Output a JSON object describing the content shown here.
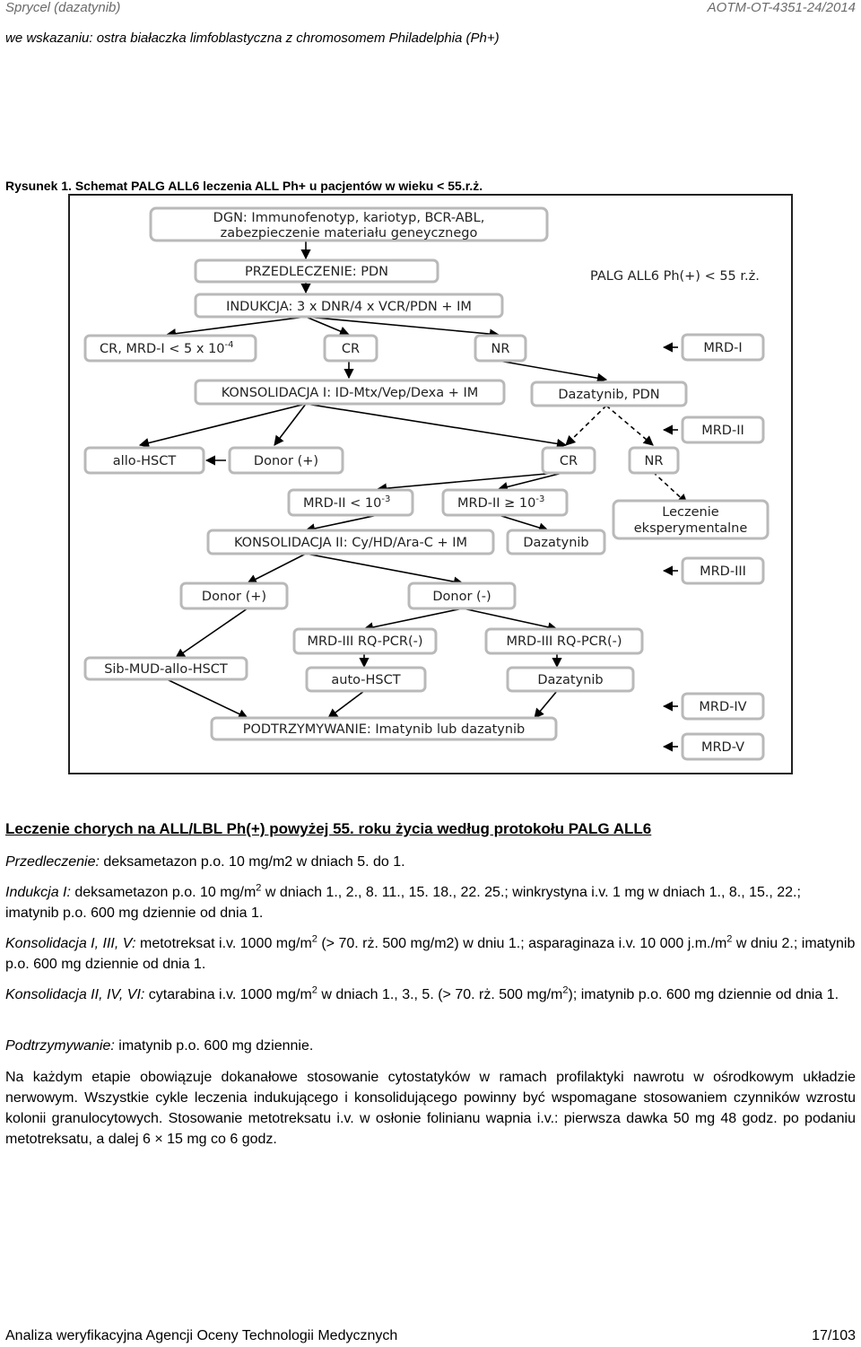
{
  "header": {
    "left_title": "Sprycel (dazatynib)",
    "right_code": "AOTM-OT-4351-24/2014",
    "indication": "we wskazaniu: ostra białaczka limfoblastyczna z chromosomem Philadelphia (Ph+)"
  },
  "figure": {
    "caption": "Rysunek 1. Schemat PALG ALL6 leczenia ALL Ph+ u pacjentów w wieku < 55.r.ż.",
    "protocol_label": "PALG ALL6 Ph(+) < 55 r.ż.",
    "boxes": {
      "dgn_line1": "DGN: Immunofenotyp, kariotyp, BCR-ABL,",
      "dgn_line2": "zabezpieczenie materiału geneycznego",
      "predlecz": "PRZEDLECZENIE: PDN",
      "indukcja": "INDUKCJA: 3 x DNR/4 x VCR/PDN + IM",
      "cr_mrd": "CR, MRD-I < 5 x 10",
      "cr_mrd_exp": "-4",
      "cr": "CR",
      "nr": "NR",
      "konsol1": "KONSOLIDACJA I: ID-Mtx/Vep/Dexa + IM",
      "dazat_pdn": "Dazatynib, PDN",
      "allo": "allo-HSCT",
      "donor_pos1": "Donor (+)",
      "cr2": "CR",
      "nr2": "NR",
      "mrd2_lt": "MRD-II < 10",
      "mrd2_lt_exp": "-3",
      "mrd2_ge": "MRD-II ≥ 10",
      "mrd2_ge_exp": "-3",
      "lecz_line1": "Leczenie",
      "lecz_line2": "eksperymentalne",
      "konsol2": "KONSOLIDACJA II: Cy/HD/Ara-C + IM",
      "dazat1": "Dazatynib",
      "donor_pos2": "Donor (+)",
      "donor_neg": "Donor (-)",
      "mrd3_left": "MRD-III RQ-PCR(-)",
      "mrd3_right": "MRD-III RQ-PCR(-)",
      "sib": "Sib-MUD-allo-HSCT",
      "auto": "auto-HSCT",
      "dazat2": "Dazatynib",
      "podtrz": "PODTRZYMYWANIE: Imatynib lub dazatynib",
      "mrd_i": "MRD-I",
      "mrd_ii": "MRD-II",
      "mrd_iii": "MRD-III",
      "mrd_iv": "MRD-IV",
      "mrd_v": "MRD-V"
    }
  },
  "section": {
    "title": "Leczenie chorych na ALL/LBL Ph(+) powyżej 55. roku życia według protokołu PALG ALL6",
    "p1_label": "Przedleczenie:",
    "p1_text": " deksametazon p.o. 10 mg/m2 w dniach 5. do 1.",
    "p2_label": "Indukcja I:",
    "p2_a": " deksametazon p.o. 10 mg/m",
    "p2_sup": "2",
    "p2_b": " w dniach 1., 2., 8. 11., 15. 18., 22. 25.; winkrystyna i.v. 1 mg w dniach 1., 8., 15., 22.; imatynib p.o. 600 mg dziennie od dnia 1.",
    "p3_label": "Konsolidacja I, III, V:",
    "p3_a": " metotreksat i.v. 1000 mg/m",
    "p3_sup1": "2",
    "p3_b": " (> 70. rż. 500 mg/m2) w dniu 1.; asparaginaza i.v. 10 000 j.m./m",
    "p3_sup2": "2",
    "p3_c": " w dniu 2.; imatynib p.o. 600 mg dziennie od dnia 1.",
    "p4_label": "Konsolidacja II, IV, VI:",
    "p4_a": " cytarabina i.v. 1000 mg/m",
    "p4_sup1": "2",
    "p4_b": " w dniach 1., 3., 5. (> 70. rż. 500 mg/m",
    "p4_sup2": "2",
    "p4_c": "); imatynib p.o. 600 mg dziennie od dnia 1.",
    "p5_label": "Podtrzymywanie:",
    "p5_text": " imatynib p.o. 600 mg dziennie.",
    "p6_text": "Na każdym etapie obowiązuje dokanałowe stosowanie cytostatyków w ramach profilaktyki nawrotu w ośrodkowym układzie nerwowym. Wszystkie cykle leczenia indukującego i konsolidującego powinny być wspomagane stosowaniem czynników wzrostu kolonii granulocytowych. Stosowanie metotreksatu i.v. w osłonie folinianu wapnia i.v.: pierwsza dawka 50 mg 48 godz. po podaniu metotreksatu, a dalej 6 × 15 mg co 6 godz."
  },
  "footer": {
    "left": "Analiza weryfikacyjna Agencji Oceny Technologii Medycznych",
    "page": "17",
    "total": "/103"
  }
}
